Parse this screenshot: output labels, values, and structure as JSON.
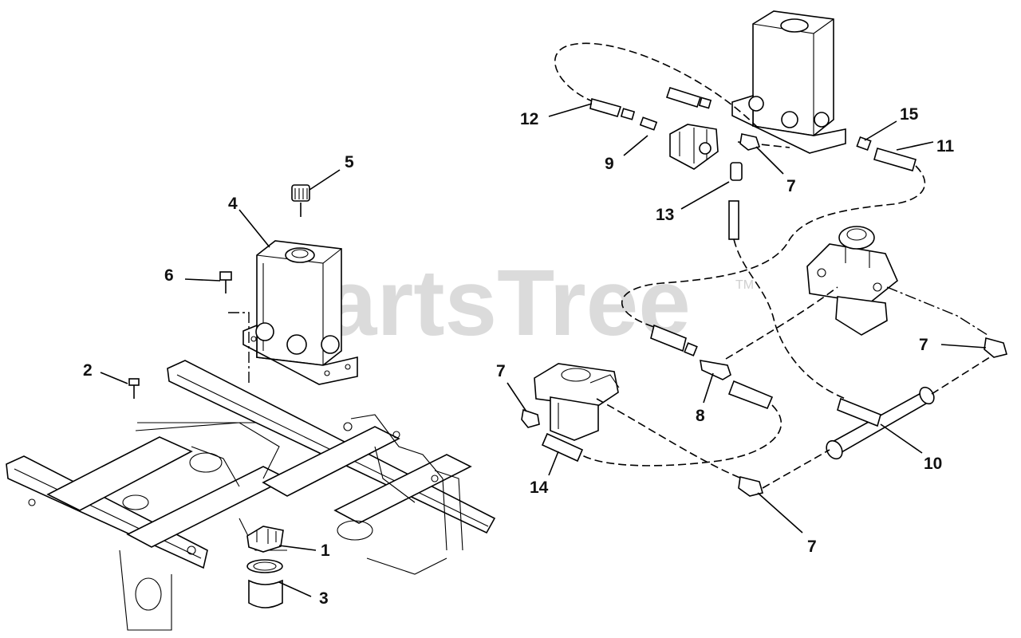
{
  "watermark": {
    "text": "PartsTree",
    "mark": "TM"
  },
  "callouts": [
    {
      "id": "1",
      "label": "1"
    },
    {
      "id": "2",
      "label": "2"
    },
    {
      "id": "3",
      "label": "3"
    },
    {
      "id": "4",
      "label": "4"
    },
    {
      "id": "5",
      "label": "5"
    },
    {
      "id": "6",
      "label": "6"
    },
    {
      "id": "7a",
      "label": "7"
    },
    {
      "id": "7b",
      "label": "7"
    },
    {
      "id": "7c",
      "label": "7"
    },
    {
      "id": "7d",
      "label": "7"
    },
    {
      "id": "8",
      "label": "8"
    },
    {
      "id": "9",
      "label": "9"
    },
    {
      "id": "10",
      "label": "10"
    },
    {
      "id": "11",
      "label": "11"
    },
    {
      "id": "12",
      "label": "12"
    },
    {
      "id": "13",
      "label": "13"
    },
    {
      "id": "14",
      "label": "14"
    },
    {
      "id": "15",
      "label": "15"
    }
  ]
}
